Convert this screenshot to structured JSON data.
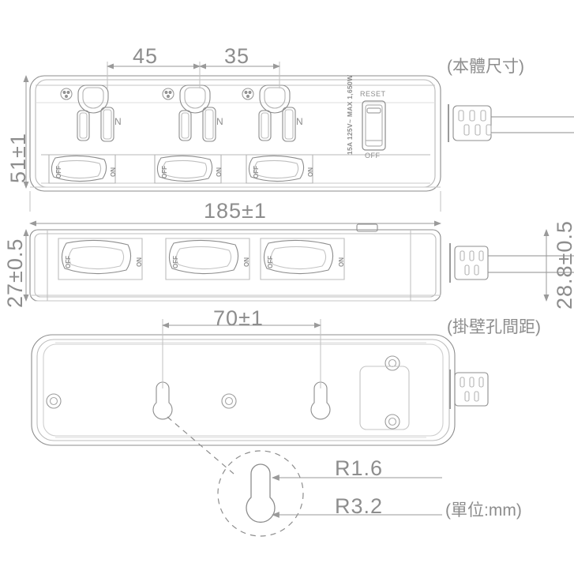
{
  "drawing": {
    "title": "power-strip-dimension-drawing",
    "unit_note": "(單位:mm)",
    "views": {
      "top": {
        "caption": "(本體尺寸)"
      },
      "side": {
        "caption": ""
      },
      "bottom": {
        "caption": "(掛壁孔間距)"
      }
    }
  },
  "dimensions": {
    "outlet_pitch_1": "45",
    "outlet_pitch_2": "35",
    "body_height_top_view": "51±1",
    "body_length": "185±1",
    "body_thickness": "27±0.5",
    "thickness_with_feet": "28.8±0.5",
    "wall_hole_spacing": "70±1",
    "radius_small": "R1.6",
    "radius_large": "R3.2"
  },
  "breaker": {
    "reset_label": "RESET",
    "off_label": "OFF",
    "rating_text": "15A 125V~ MAX 1,650W"
  },
  "outlets": [
    {
      "neutral_label": "N",
      "switch_on_label": "ON",
      "switch_off_label": "OFF"
    },
    {
      "neutral_label": "N",
      "switch_on_label": "ON",
      "switch_off_label": "OFF"
    },
    {
      "neutral_label": "N",
      "switch_on_label": "ON",
      "switch_off_label": "OFF"
    }
  ],
  "colors": {
    "line": "#8d8d8d",
    "line_light": "#b9b9b9",
    "text": "#8d8d8d",
    "background": "#ffffff"
  }
}
